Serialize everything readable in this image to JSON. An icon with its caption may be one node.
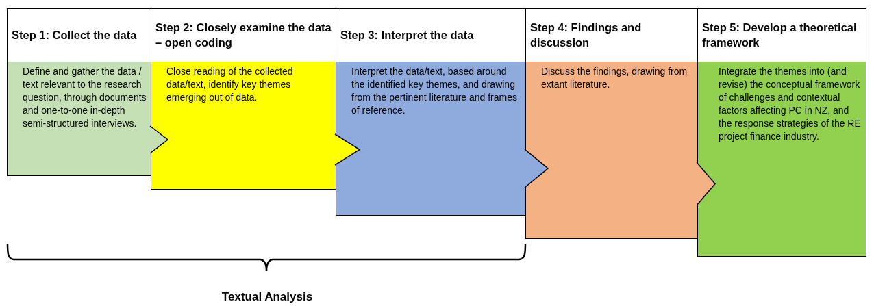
{
  "diagram": {
    "nodes": [
      {
        "text": [
          "Step 1: Collect the data"
        ]
      },
      {
        "text": [
          "Step 2: Closely examine the data – open coding"
        ]
      },
      {
        "text": [
          "Step 3: Interpret the data"
        ]
      },
      {
        "text": [
          "Step 4: Findings and discussion"
        ]
      },
      {
        "text": [
          "Step 5: Develop a theoretical framework"
        ]
      },
      {
        "text": [
          "Define and gather the data / text relevant to the research question, through documents and one-to-one in-depth semi-structured interviews."
        ]
      },
      {
        "text": [
          "Close reading of the collected data/text, identify key themes emerging out of data."
        ]
      },
      {
        "text": [
          "Interpret the data/text, based around the identified key themes, and drawing from the pertinent literature and frames of reference."
        ]
      },
      {
        "text": [
          "Discuss the findings, drawing from extant literature."
        ]
      },
      {
        "text": [
          "Integrate the themes into (and revise) the conceptual framework of challenges and contextual factors affecting PC in NZ, and the response strategies of the RE project finance industry."
        ]
      }
    ],
    "edges": [
      {
        "from": 5,
        "to": 6,
        "arrow": "to"
      },
      {
        "from": 6,
        "to": 7,
        "arrow": "to"
      },
      {
        "from": 7,
        "to": 8,
        "arrow": "to"
      },
      {
        "from": 8,
        "to": 9,
        "arrow": "to"
      }
    ],
    "labels": [
      "Textual Analysis"
    ]
  }
}
